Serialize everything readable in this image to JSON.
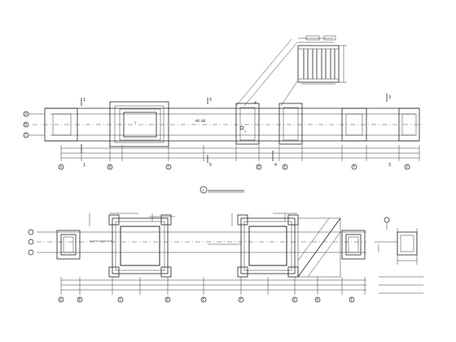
{
  "drawing": {
    "plan_title": "",
    "plan_scale": "",
    "section_marks": [
      "1",
      "1",
      "5",
      "5",
      "3",
      "3",
      "4",
      "4"
    ],
    "axis_labels_top": [
      "A",
      "B",
      "C",
      "D",
      "E",
      "F",
      "G"
    ],
    "axis_labels_bottom": [
      "A",
      "B",
      "C",
      "D",
      "E",
      "F",
      "G",
      "H",
      "I"
    ],
    "row_labels": [
      "A",
      "B",
      "C"
    ],
    "symbol_number": "1"
  },
  "colors": {
    "line": "#222222",
    "background": "#ffffff"
  }
}
